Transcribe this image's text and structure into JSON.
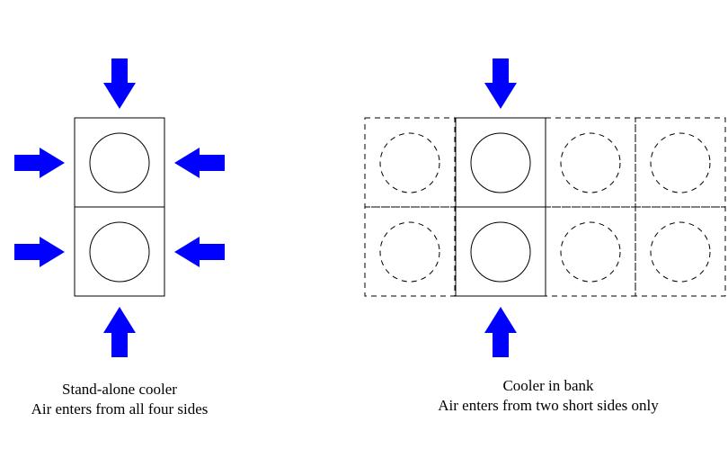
{
  "colors": {
    "arrow": "#0000ff",
    "outline": "#000000",
    "background": "#ffffff"
  },
  "standalone": {
    "caption_line1": "Stand-alone cooler",
    "caption_line2": "Air enters from all four sides"
  },
  "bank": {
    "caption_line1": "Cooler in bank",
    "caption_line2": "Air enters from two short sides only"
  }
}
